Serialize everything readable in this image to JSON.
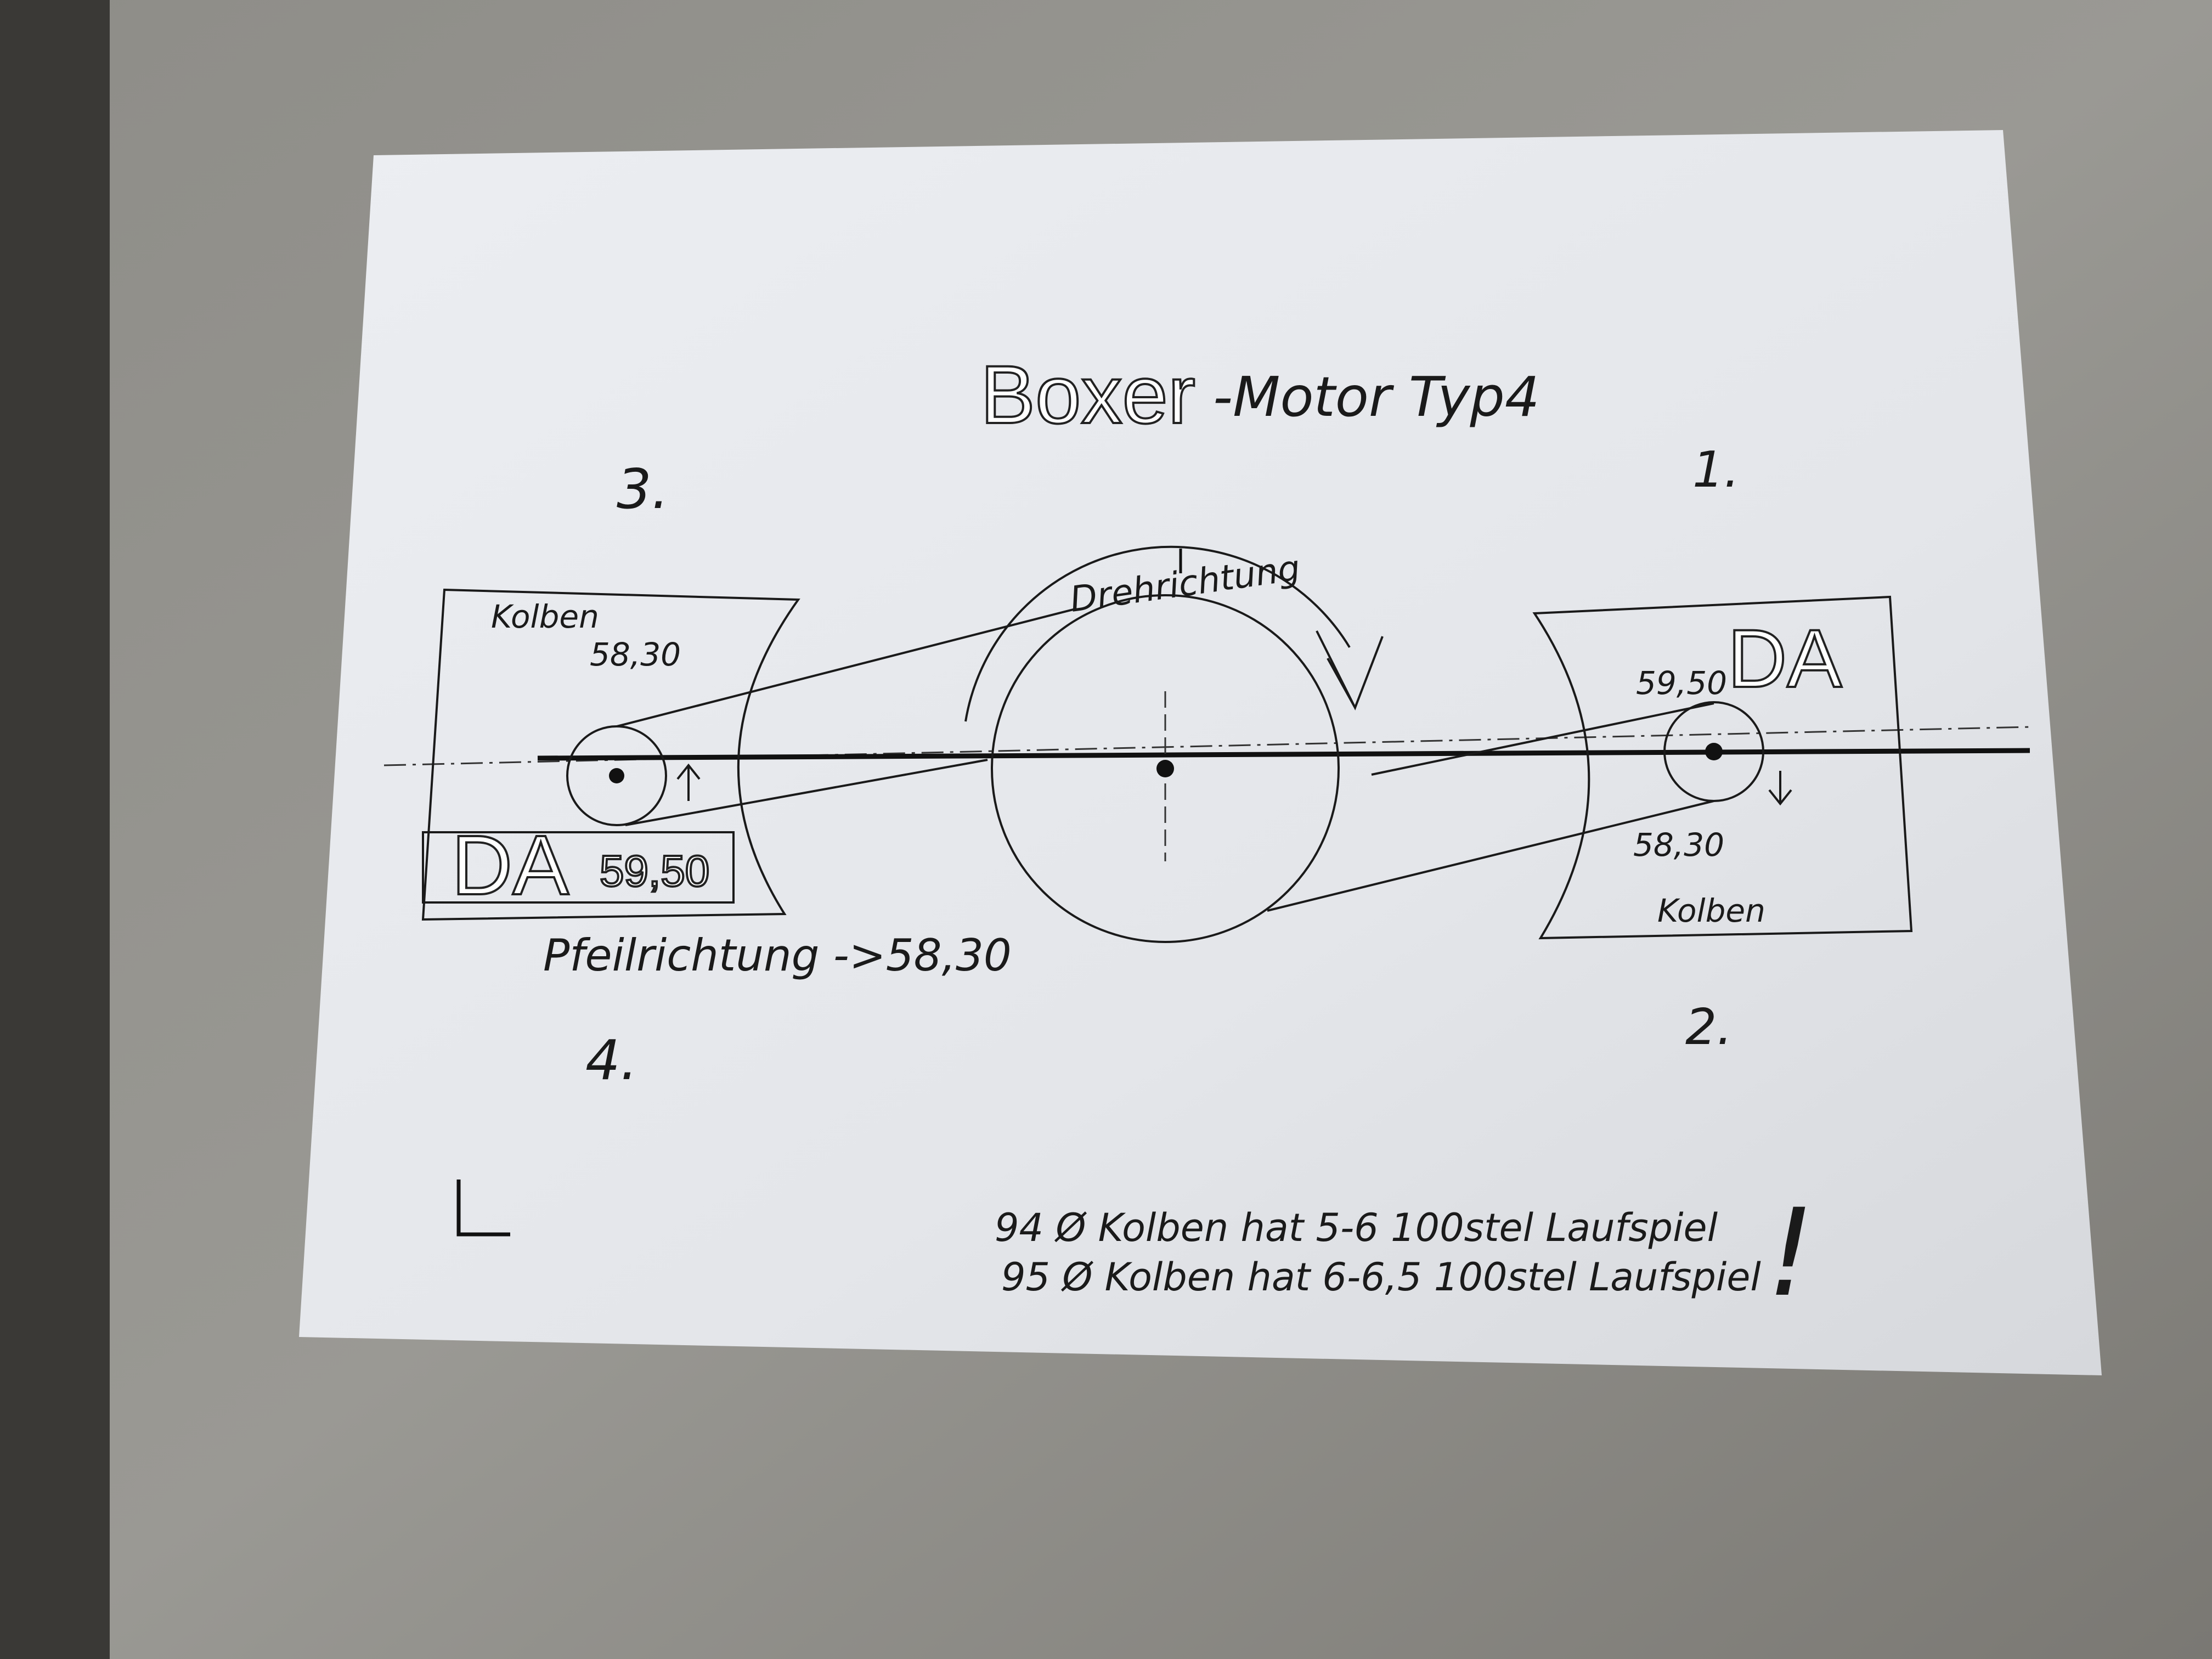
{
  "title": {
    "main": "Boxer",
    "sub": "-Motor Typ4"
  },
  "cylinders": {
    "c1": "1.",
    "c2": "2.",
    "c3": "3.",
    "c4": "4."
  },
  "left_piston": {
    "label": "Kolben",
    "value_top": "58,30",
    "da_label": "DA",
    "da_value": "59,50"
  },
  "right_piston": {
    "label": "Kolben",
    "value_bottom": "58,30",
    "da_label": "DA",
    "da_value": "59,50"
  },
  "rotation_label": "Drehrichtung",
  "arrow_note": "Pfeilrichtung ->58,30",
  "notes": [
    "94 Ø Kolben hat 5-6 100stel Laufspiel",
    "95 Ø Kolben hat 6-6,5 100stel Laufspiel"
  ],
  "exclamation": "!"
}
